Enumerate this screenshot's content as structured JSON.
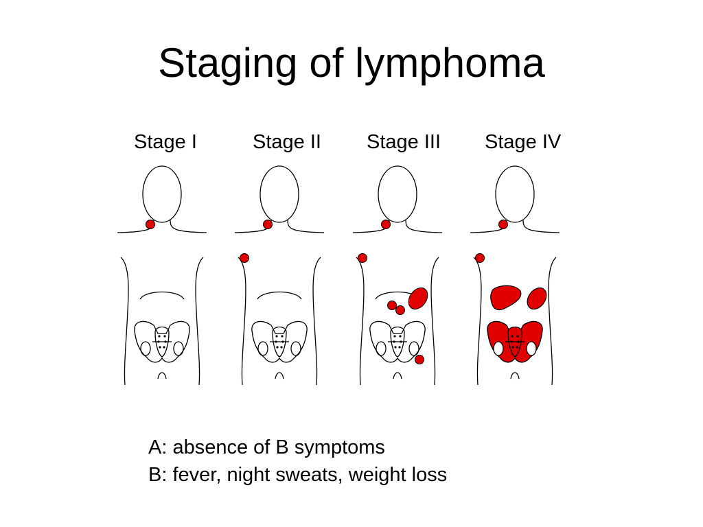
{
  "title": "Staging of lymphoma",
  "stages": [
    {
      "label": "Stage I"
    },
    {
      "label": "Stage II"
    },
    {
      "label": "Stage III"
    },
    {
      "label": "Stage IV"
    }
  ],
  "legend": {
    "line_a": "A: absence of B symptoms",
    "line_b": "B: fever, night sweats, weight loss"
  },
  "colors": {
    "involvement": "#e00000",
    "outline": "#000000"
  }
}
